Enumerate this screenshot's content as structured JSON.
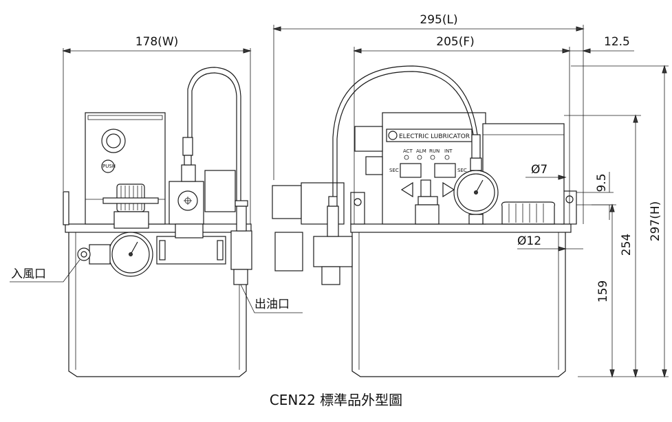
{
  "dimensions": {
    "width": "178(W)",
    "length": "295(L)",
    "front": "205(F)",
    "offset": "12.5",
    "hole_small": "Ø7",
    "hole_small_offset": "9.5",
    "hole_large": "Ø12",
    "height_total": "297(H)",
    "height_mid": "254",
    "height_low": "159"
  },
  "labels": {
    "air_inlet": "入風口",
    "oil_outlet": "出油口"
  },
  "panel": {
    "brand": "ELECTRIC LUBRICATOR",
    "indicators": [
      "ACT",
      "ALM",
      "RUN",
      "INT"
    ],
    "sec_left": "SEC",
    "sec_right": "SEC"
  },
  "caption": "CEN22 標準品外型圖"
}
